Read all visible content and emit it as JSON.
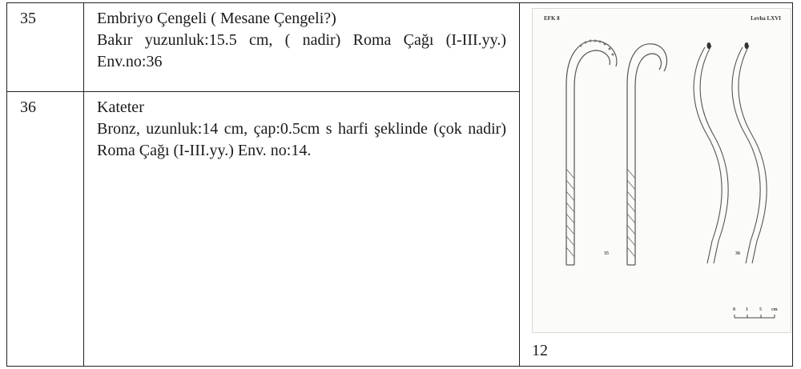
{
  "rows": [
    {
      "number": "35",
      "title": "Embriyo Çengeli ( Mesane Çengeli?)",
      "text": "Bakır yuzunluk:15.5 cm, ( nadir) Roma Çağı (I-III.yy.) Env.no:36"
    },
    {
      "number": "36",
      "title": "Kateter",
      "text": "Bronz, uzunluk:14 cm, çap:0.5cm s harfi şeklinde (çok nadir) Roma Çağı (I-III.yy.) Env. no:14."
    }
  ],
  "plate": {
    "header_left": "EFK 8",
    "header_right": "Levha LXVI",
    "figure_labels": [
      "35",
      "36"
    ],
    "scale_ticks": [
      "0",
      "1",
      "5",
      "cm"
    ]
  },
  "page_number": "12"
}
